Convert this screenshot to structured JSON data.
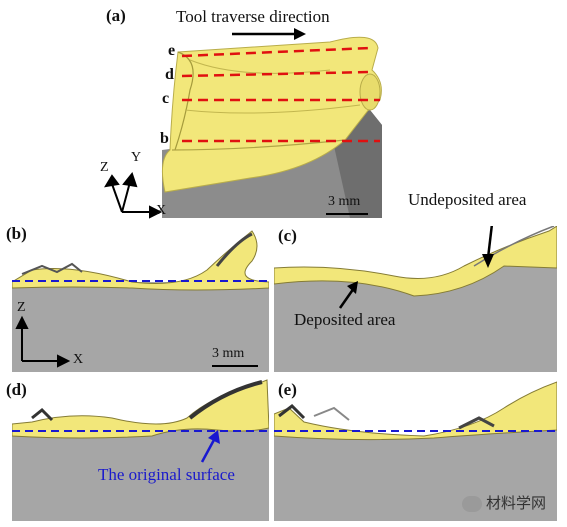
{
  "figure": {
    "panel_a": {
      "label": "(a)",
      "direction_text": "Tool traverse direction",
      "slice_labels": [
        "e",
        "d",
        "c",
        "b"
      ],
      "axes": {
        "z": "Z",
        "y": "Y",
        "x": "X"
      },
      "scale": "3 mm"
    },
    "panel_b": {
      "label": "(b)",
      "axes": {
        "z": "Z",
        "x": "X"
      },
      "scale": "3 mm"
    },
    "panel_c": {
      "label": "(c)",
      "undeposited": "Undeposited area",
      "deposited": "Deposited area"
    },
    "panel_d": {
      "label": "(d)",
      "original_surface": "The original surface"
    },
    "panel_e": {
      "label": "(e)"
    },
    "colors": {
      "deposit": "#f2e77a",
      "substrate": "#a6a6a6",
      "dashed_red": "#e01010",
      "dashed_blue": "#1818d0"
    },
    "watermark": "材料学网"
  }
}
